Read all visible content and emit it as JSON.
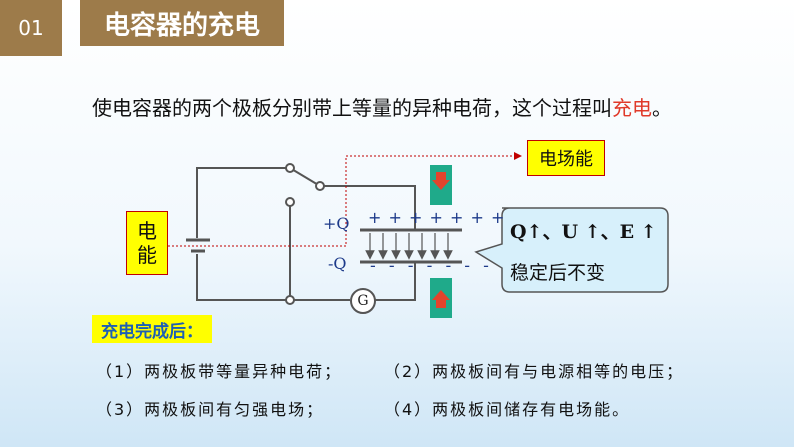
{
  "section": {
    "number": "01",
    "title": "电容器的充电"
  },
  "intro": {
    "text": "使电容器的两个极板分别带上等量的异种电荷，这个过程叫",
    "highlight": "充电",
    "end": "。"
  },
  "diagram": {
    "energy_label": "电场能",
    "source_label_1": "电",
    "source_label_2": "能",
    "top_charge": "+Q",
    "bottom_charge": "-Q",
    "plus_signs": "+ + + + + + +",
    "minus_signs": "- - - - - - -",
    "meter_label": "G",
    "bubble_line1": "Q↑、U ↑、E ↑",
    "bubble_line2": "稳定后不变"
  },
  "summary": {
    "heading": "充电完成后：",
    "points": [
      "（1）两极板带等量异种电荷；",
      "（2）两极板间有与电源相等的电压；",
      "（3）两极板间有匀强电场；",
      "（4）两极板间储存有电场能。"
    ]
  },
  "colors": {
    "accent_brown": "#9d7b4a",
    "highlight_red": "#e03a2a",
    "box_yellow": "#ffff00",
    "wire_gray": "#555555"
  }
}
